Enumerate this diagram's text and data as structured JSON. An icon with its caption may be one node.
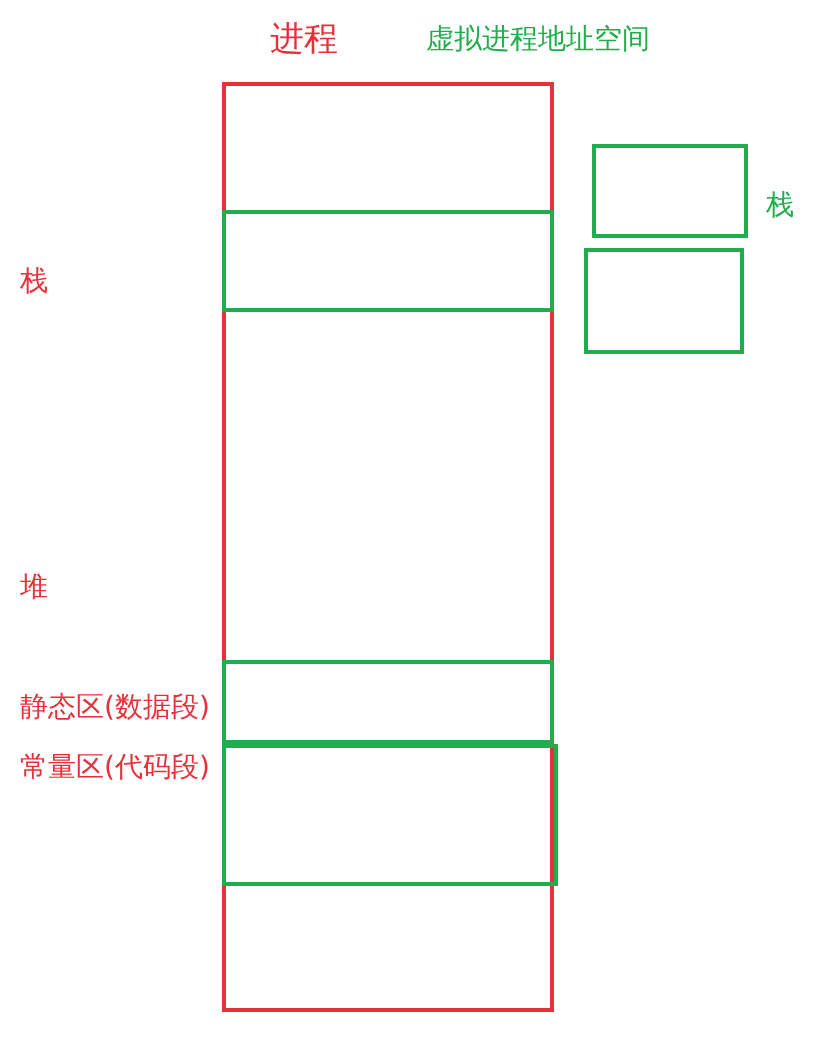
{
  "diagram": {
    "nodes": [
      {
        "text": [
          "进程"
        ]
      },
      {
        "text": [],
        "shape": "box",
        "in": 0
      },
      {
        "text": [],
        "shape": "box",
        "in": 0
      },
      {
        "text": [],
        "shape": "box",
        "in": 0
      },
      {
        "text": [],
        "shape": "box"
      },
      {
        "text": [],
        "shape": "box"
      }
    ],
    "edges": [],
    "labels": [
      "虚拟进程地址空间",
      "栈",
      "栈",
      "堆",
      "静态区(数据段)",
      "常量区(代码段)"
    ]
  }
}
